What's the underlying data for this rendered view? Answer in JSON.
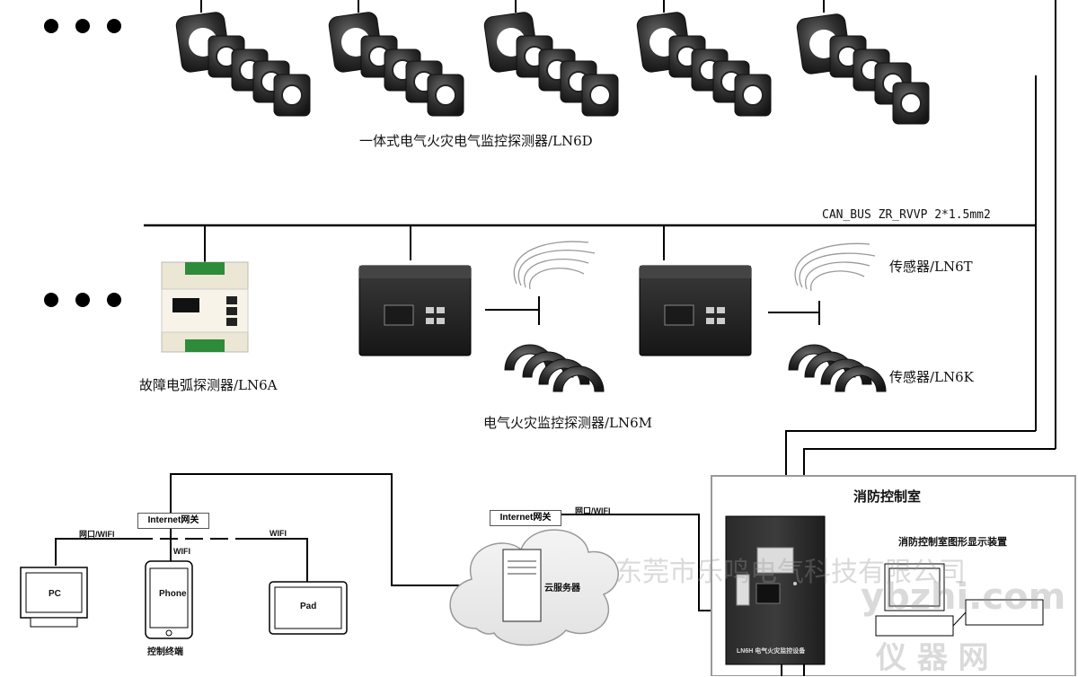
{
  "labels": {
    "ln6d": "一体式电气火灾电气监控探测器/LN6D",
    "bus": "CAN_BUS ZR_RVVP 2*1.5mm2",
    "ln6t": "传感器/LN6T",
    "ln6k": "传感器/LN6K",
    "ln6a": "故障电弧探测器/LN6A",
    "ln6m": "电气火灾监控探测器/LN6M",
    "room": "消防控制室",
    "display": "消防控制室图形显示装置",
    "gateway1": "Internet网关",
    "gateway2": "Internet网关",
    "link_pc": "网口/WIFI",
    "link_phone": "WIFI",
    "link_pad": "WIFI",
    "link_cloud": "网口/WIFI",
    "pc": "PC",
    "phone": "Phone",
    "pad": "Pad",
    "terminal": "控制终端",
    "cloud": "云服务器",
    "host": "LN6H 电气火灾监控设备"
  },
  "watermark": {
    "company": "东莞市乐鸣电气科技有限公司",
    "site": "ybzhi.com",
    "site2": "仪 器 网"
  }
}
